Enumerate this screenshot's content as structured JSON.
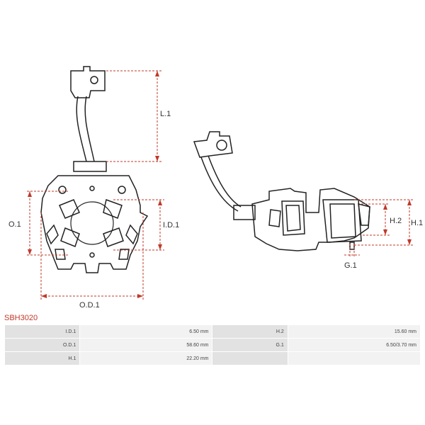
{
  "part_number": "SBH3020",
  "labels": {
    "l1": "L.1",
    "o1": "O.1",
    "id1": "I.D.1",
    "od1": "O.D.1",
    "h1": "H.1",
    "h2": "H.2",
    "g1": "G.1"
  },
  "specs": [
    {
      "k1": "I.D.1",
      "v1": "6.50 mm",
      "k2": "H.2",
      "v2": "15.60 mm"
    },
    {
      "k1": "O.D.1",
      "v1": "58.60 mm",
      "k2": "G.1",
      "v2": "6.50/3.70 mm"
    },
    {
      "k1": "H.1",
      "v1": "22.20 mm",
      "k2": "",
      "v2": ""
    }
  ],
  "colors": {
    "dimension_line": "#c0392b",
    "part_outline": "#222222",
    "part_number_text": "#c0392b"
  }
}
